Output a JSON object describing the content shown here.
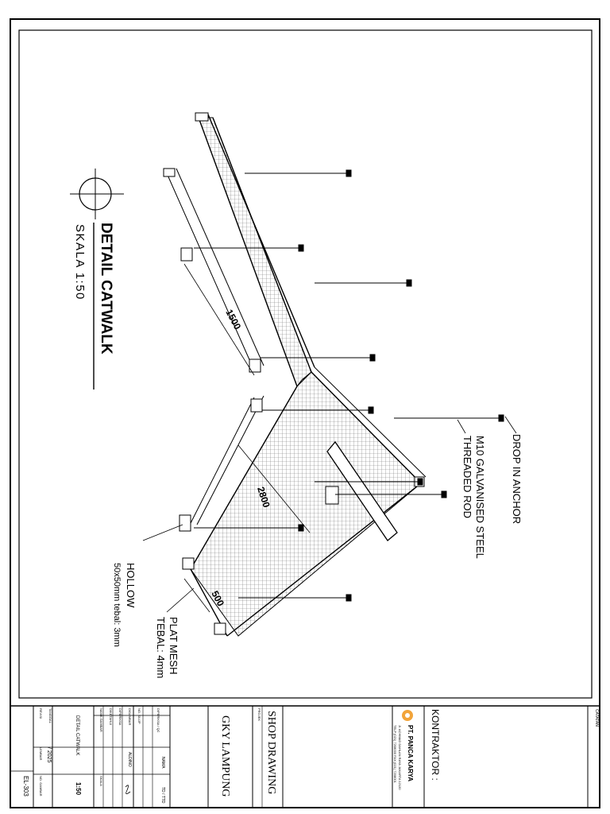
{
  "title_block": {
    "contractor_label": "KONTRAKTOR :",
    "company_name": "PT. PANCA KARYA",
    "company_address_1": "Jl. ACHMAD DAHLAN RAYA JAKARTA 12120",
    "company_address_2": "TELP (021) 7208000 FAX (021) 7208001",
    "drawing_type": "SHOP DRAWING",
    "project_label": "PROJEK",
    "project_name": "GKY LAMPUNG",
    "col_name": "NAMA",
    "col_sign": "TD / TTD",
    "row_checked": "DIPERIKSA / QC",
    "row_eng": "NO. SIUJP",
    "row_drawn": "DIGAMBAR",
    "drawn_name": "ALDINO",
    "row_approved": "DIPERIKSA",
    "row_known": "DIKETAHUI",
    "row_sheet_name": "NAMA GAMBAR",
    "sheet_title": "DETAIL CATWALK",
    "scale_label": "SKALA",
    "scale_value": "1:50",
    "date_label": "TANGGAL",
    "date_value": "/ 2025",
    "revision_label": "REVISI",
    "sheet_label": "LEMBAR",
    "drawing_no_label": "NO. GAMBAR",
    "drawing_no": "EL-303",
    "corner_label": "CATATAN"
  },
  "drawing": {
    "title": "DETAIL CATWALK",
    "scale": "SKALA 1:50",
    "dim_1500": "1500",
    "dim_2800": "2800",
    "dim_500": "500",
    "label_drop_anchor": "DROP IN ANCHOR",
    "label_rod_1": "M10 GALVANISED STEEL",
    "label_rod_2": "THREADED ROD",
    "label_plate_1": "PLAT MESH",
    "label_plate_2": "TEBAL: 4mm",
    "label_hollow_1": "HOLLOW",
    "label_hollow_2": "50x50mm tebal: 3mm"
  }
}
